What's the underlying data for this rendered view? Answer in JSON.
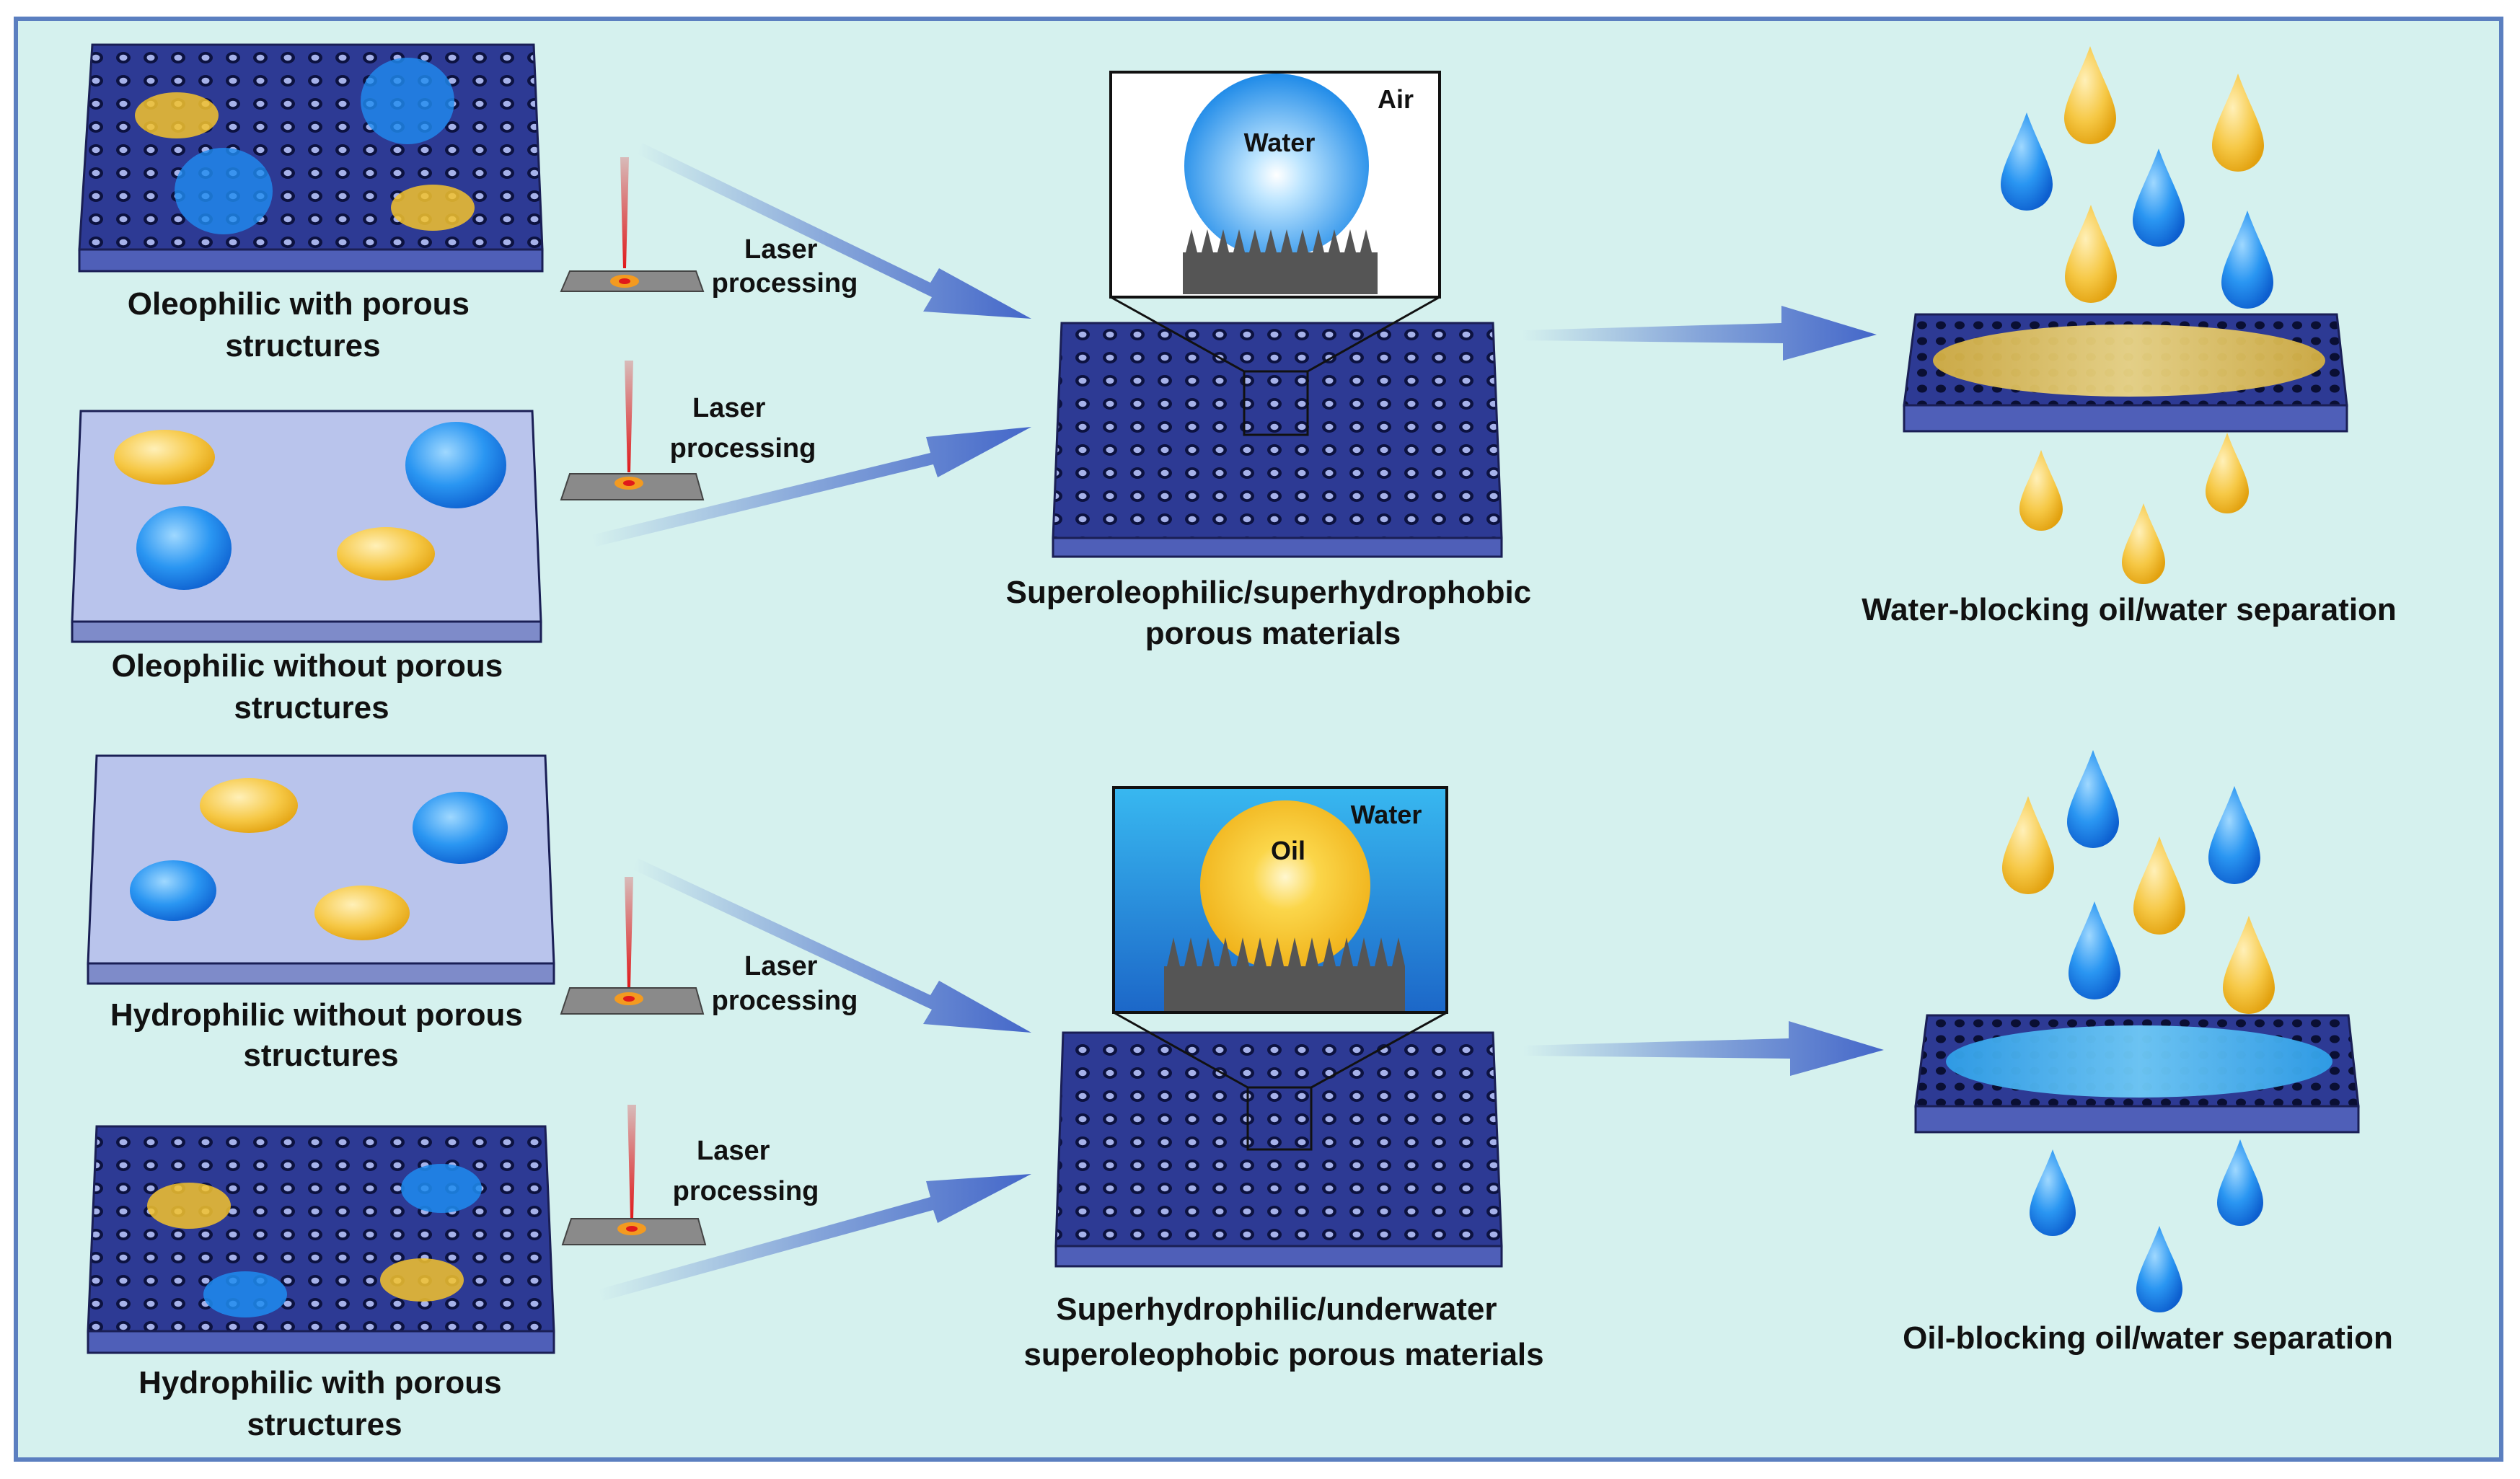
{
  "colors": {
    "background": "#d5f1ee",
    "frame": "#5b7fc0",
    "material": "#2d3a94",
    "material_side": "#4f5fb8",
    "plain_surface": "#b9c4ec",
    "water": "#1f8cf0",
    "oil": "#f5c32d",
    "arrow": "#4467c9",
    "laser": "#e0191b"
  },
  "inputs": {
    "oleophilic_porous": [
      "Oleophilic with porous",
      "structures"
    ],
    "oleophilic_nonporous": [
      "Oleophilic without porous",
      "structures"
    ],
    "hydrophilic_nonporous": [
      "Hydrophilic without porous",
      "structures"
    ],
    "hydrophilic_porous": [
      "Hydrophilic with porous",
      "structures"
    ]
  },
  "laser": {
    "inline": [
      "Laser",
      "processing"
    ]
  },
  "outputs": {
    "top_inset": {
      "air": "Air",
      "drop": "Water"
    },
    "top_caption": [
      "Superoleophilic/superhydrophobic",
      "porous materials"
    ],
    "bottom_inset": {
      "medium": "Water",
      "drop": "Oil"
    },
    "bottom_caption": [
      "Superhydrophilic/underwater",
      "superoleophobic porous materials"
    ]
  },
  "separation": {
    "top_caption": "Water-blocking oil/water separation",
    "bottom_caption": "Oil-blocking oil/water separation"
  }
}
